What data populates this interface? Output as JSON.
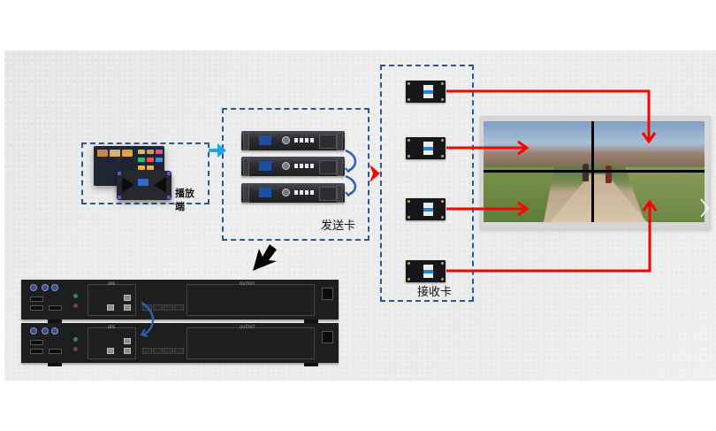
{
  "diagram": {
    "title": "LED display control system signal flow",
    "labels": {
      "player": "播放\n端",
      "player_line1": "播放",
      "player_line2": "端",
      "sender_card": "发送卡",
      "receiver_card": "接收卡"
    },
    "nodes": [
      {
        "id": "player",
        "label": "播放端",
        "type": "player-device"
      },
      {
        "id": "sender",
        "label": "发送卡",
        "type": "sending-card-rack",
        "count": 3
      },
      {
        "id": "receiver",
        "label": "接收卡",
        "type": "receiving-card",
        "count": 4
      },
      {
        "id": "screen",
        "label": "",
        "type": "led-screen",
        "grid": "2x2"
      },
      {
        "id": "controller",
        "label": "",
        "type": "controller-chassis",
        "count": 2
      }
    ],
    "edges": [
      {
        "from": "player",
        "to": "sender",
        "color": "#1fa4e8"
      },
      {
        "from": "sender",
        "to": "receiver",
        "color": "#ff0000"
      },
      {
        "from": "receiver",
        "to": "screen",
        "color": "#ff0000",
        "count": 4
      },
      {
        "from": "sender",
        "to": "controller",
        "color": "#000000"
      }
    ],
    "hardware": {
      "ops_label": "OPS",
      "output_label": "OUTPUT"
    }
  },
  "colors": {
    "dashed_border": "#2f5597",
    "player_arrow": "#1fa4e8",
    "signal_arrow": "#ff0000",
    "loop_arrow": "#2e5fb5",
    "down_arrow": "#000000",
    "background": "#e8e8e8"
  }
}
